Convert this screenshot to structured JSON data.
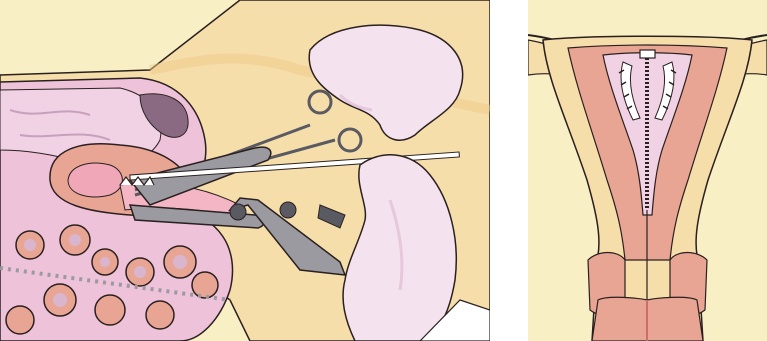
{
  "figure": {
    "panels": [
      {
        "id": "left",
        "depicts": "iud-insertion-procedure-sagittal"
      },
      {
        "id": "right",
        "depicts": "iud-in-uterus-coronal"
      }
    ],
    "colors": {
      "skin": "#f6deaa",
      "skin_dark": "#eec987",
      "tissue": "#e8a594",
      "tissue_dark": "#c86f6a",
      "uterus_pink": "#f0a8b8",
      "glove": "#f4e2ee",
      "glove_shadow": "#e6c8dc",
      "metal": "#9a9aa0",
      "metal_dark": "#5a5a62",
      "outline": "#2a2020",
      "background": "#f8efc5",
      "bowel": "#d9b6ce",
      "bowel_dark": "#8a6a82"
    }
  }
}
